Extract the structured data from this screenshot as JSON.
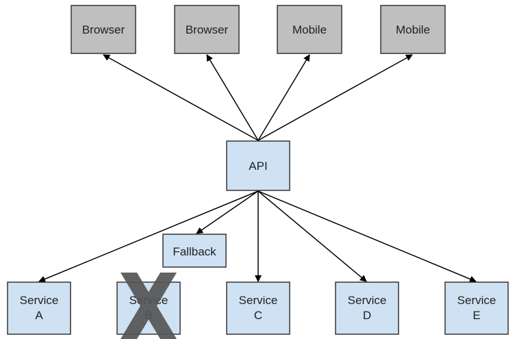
{
  "diagram": {
    "colors": {
      "client_fill": "#bfbfbf",
      "service_fill": "#cfe2f3",
      "border": "#333333",
      "arrow": "#000000",
      "failure_mark": "#555555"
    },
    "clients": [
      {
        "label": "Browser"
      },
      {
        "label": "Browser"
      },
      {
        "label": "Mobile"
      },
      {
        "label": "Mobile"
      }
    ],
    "api": {
      "label": "API"
    },
    "fallback": {
      "label": "Fallback"
    },
    "services": [
      {
        "line1": "Service",
        "line2": "A"
      },
      {
        "line1": "Service",
        "line2": "B"
      },
      {
        "line1": "Service",
        "line2": "C"
      },
      {
        "line1": "Service",
        "line2": "D"
      },
      {
        "line1": "Service",
        "line2": "E"
      }
    ],
    "failed_service_mark": "X",
    "failed_service_icon": "cross-icon"
  }
}
